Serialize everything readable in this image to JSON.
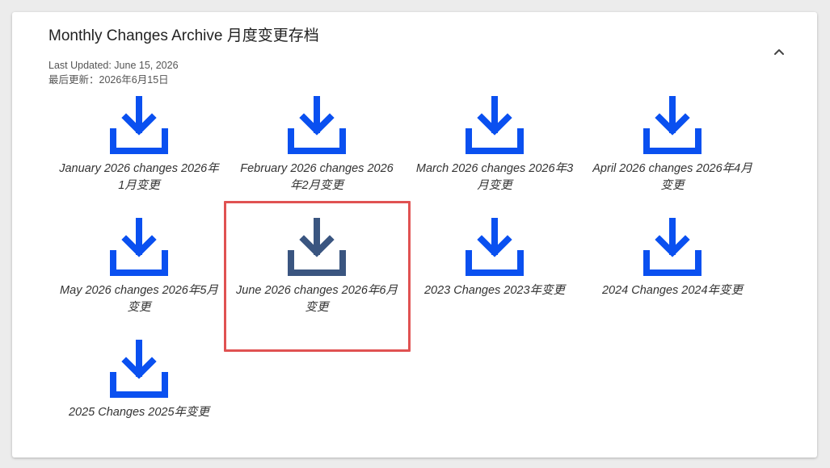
{
  "card": {
    "title": "Monthly Changes Archive  月度变更存档",
    "last_updated_en": "Last Updated: June 15, 2026",
    "last_updated_zh": "最后更新：2026年6月15日",
    "collapse_icon": "chevron-up-icon"
  },
  "colors": {
    "icon_blue": "#0a50f0",
    "icon_selected": "#3a5580",
    "highlight_border": "#e05252"
  },
  "items": [
    {
      "label": "January 2026 changes   2026年1月变更",
      "icon": "download-icon",
      "selected": false
    },
    {
      "label": "February 2026 changes   2026年2月变更",
      "icon": "download-icon",
      "selected": false
    },
    {
      "label": "March 2026 changes   2026年3月变更",
      "icon": "download-icon",
      "selected": false
    },
    {
      "label": "April 2026 changes   2026年4月变更",
      "icon": "download-icon",
      "selected": false
    },
    {
      "label": "May 2026 changes   2026年5月变更",
      "icon": "download-icon",
      "selected": false
    },
    {
      "label": "June 2026 changes   2026年6月变更",
      "icon": "download-icon",
      "selected": true
    },
    {
      "label": "2023 Changes   2023年变更",
      "icon": "download-icon",
      "selected": false
    },
    {
      "label": "2024 Changes   2024年变更",
      "icon": "download-icon",
      "selected": false
    },
    {
      "label": "2025 Changes   2025年变更",
      "icon": "download-icon",
      "selected": false
    }
  ]
}
